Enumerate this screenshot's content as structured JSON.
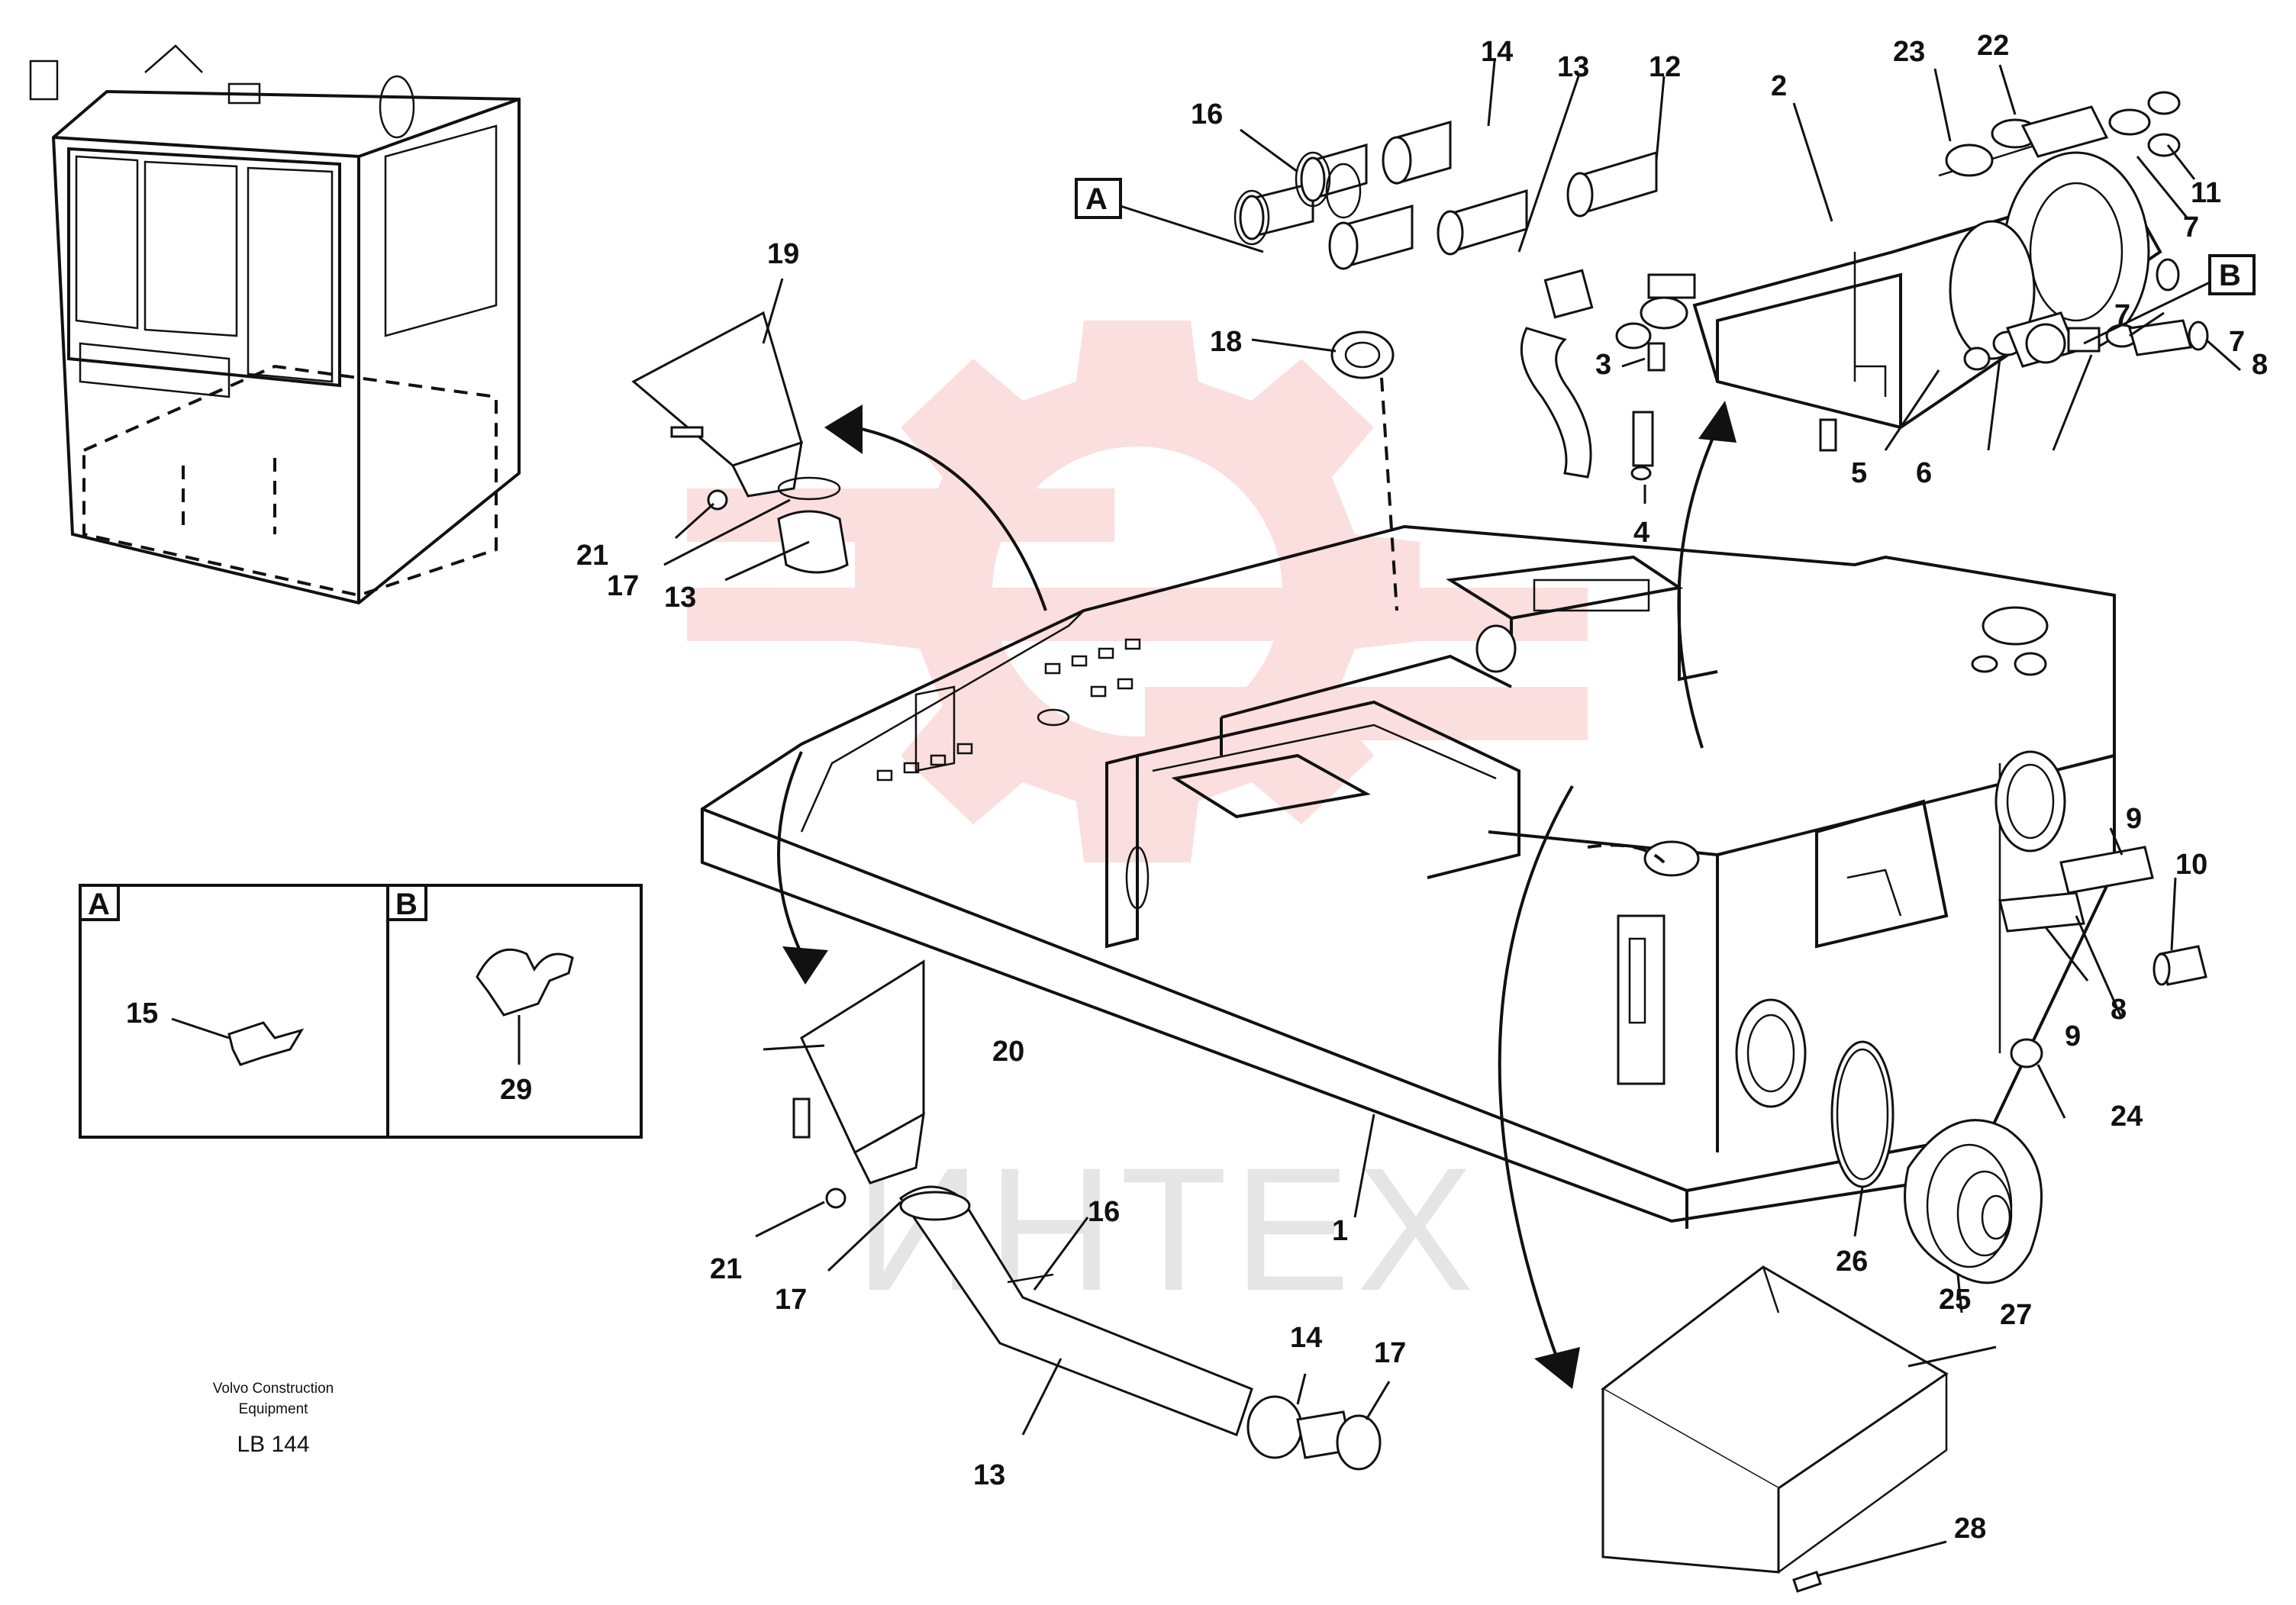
{
  "watermark": {
    "text": "ИНТЕХ",
    "color": "#e8363a"
  },
  "caption": {
    "line1": "Volvo Construction",
    "line2": "Equipment",
    "code": "LB 144"
  },
  "callouts": {
    "c1": "1",
    "c2": "2",
    "c3": "3",
    "c4": "4",
    "c5": "5",
    "c6": "6",
    "c7a": "7",
    "c7b": "7",
    "c7c": "7",
    "c8a": "8",
    "c8b": "8",
    "c9a": "9",
    "c9b": "9",
    "c10": "10",
    "c11": "11",
    "c12": "12",
    "c13a": "13",
    "c13b": "13",
    "c13c": "13",
    "c14a": "14",
    "c14b": "14",
    "c16a": "16",
    "c16b": "16",
    "c17a": "17",
    "c17b": "17",
    "c17c": "17",
    "c18": "18",
    "c19": "19",
    "c20": "20",
    "c21a": "21",
    "c21b": "21",
    "c22": "22",
    "c23": "23",
    "c24": "24",
    "c25": "25",
    "c26": "26",
    "c27": "27",
    "c28": "28"
  },
  "detail_boxes": {
    "a": {
      "tag": "A",
      "part": "15"
    },
    "b": {
      "tag": "B",
      "part": "29"
    }
  },
  "refs": {
    "a": "A",
    "b": "B"
  }
}
